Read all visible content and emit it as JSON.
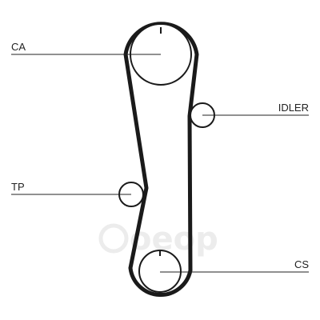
{
  "labels": {
    "ca": "CA",
    "idler": "IDLER",
    "tp": "TP",
    "cs": "CS"
  },
  "watermark": {
    "text": "oeop"
  },
  "colors": {
    "belt": "#1a1a1a",
    "pulley": "#1a1a1a",
    "line": "#222222",
    "watermark": "#ececec"
  }
}
